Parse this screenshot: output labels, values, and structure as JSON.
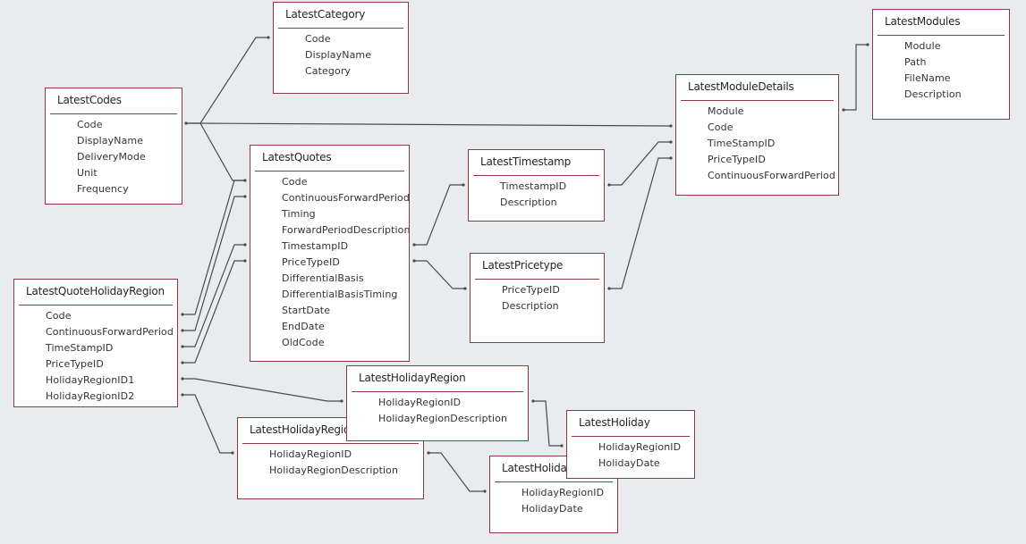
{
  "diagram": {
    "type": "relationships",
    "tables": [
      {
        "id": "latest-category",
        "name": "LatestCategory",
        "fields": [
          "Code",
          "DisplayName",
          "Category"
        ]
      },
      {
        "id": "latest-codes",
        "name": "LatestCodes",
        "fields": [
          "Code",
          "DisplayName",
          "DeliveryMode",
          "Unit",
          "Frequency"
        ]
      },
      {
        "id": "latest-quotes",
        "name": "LatestQuotes",
        "fields": [
          "Code",
          "ContinuousForwardPeriod",
          "Timing",
          "ForwardPeriodDescription",
          "TimestampID",
          "PriceTypeID",
          "DifferentialBasis",
          "DifferentialBasisTiming",
          "StartDate",
          "EndDate",
          "OldCode"
        ]
      },
      {
        "id": "latest-timestamp",
        "name": "LatestTimestamp",
        "fields": [
          "TimestampID",
          "Description"
        ]
      },
      {
        "id": "latest-pricetype",
        "name": "LatestPricetype",
        "fields": [
          "PriceTypeID",
          "Description"
        ]
      },
      {
        "id": "latest-module-details",
        "name": "LatestModuleDetails",
        "fields": [
          "Module",
          "Code",
          "TimeStampID",
          "PriceTypeID",
          "ContinuousForwardPeriod"
        ]
      },
      {
        "id": "latest-modules",
        "name": "LatestModules",
        "fields": [
          "Module",
          "Path",
          "FileName",
          "Description"
        ]
      },
      {
        "id": "latest-quote-holiday-region",
        "name": "LatestQuoteHolidayRegion",
        "fields": [
          "Code",
          "ContinuousForwardPeriod",
          "TimeStampID",
          "PriceTypeID",
          "HolidayRegionID1",
          "HolidayRegionID2"
        ]
      },
      {
        "id": "latest-holiday-region-1",
        "name": "LatestHolidayRegion",
        "fields": [
          "HolidayRegionID",
          "HolidayRegionDescription"
        ]
      },
      {
        "id": "latest-holiday-region",
        "name": "LatestHolidayRegion",
        "fields": [
          "HolidayRegionID",
          "HolidayRegionDescription"
        ]
      },
      {
        "id": "latest-holiday-1",
        "name": "LatestHoliday",
        "fields": [
          "HolidayRegionID",
          "HolidayDate"
        ]
      },
      {
        "id": "latest-holiday",
        "name": "LatestHoliday",
        "fields": [
          "HolidayRegionID",
          "HolidayDate"
        ]
      }
    ],
    "relationships": [
      {
        "from": "LatestCodes.Code",
        "to": "LatestCategory.Code"
      },
      {
        "from": "LatestCodes.Code",
        "to": "LatestModuleDetails.Code"
      },
      {
        "from": "LatestCodes.Code",
        "to": "LatestQuotes.Code"
      },
      {
        "from": "LatestQuoteHolidayRegion.Code",
        "to": "LatestQuotes.Code"
      },
      {
        "from": "LatestQuoteHolidayRegion.ContinuousForwardPeriod",
        "to": "LatestQuotes.ContinuousForwardPeriod"
      },
      {
        "from": "LatestQuoteHolidayRegion.TimeStampID",
        "to": "LatestQuotes.TimestampID"
      },
      {
        "from": "LatestQuoteHolidayRegion.PriceTypeID",
        "to": "LatestQuotes.PriceTypeID"
      },
      {
        "from": "LatestQuotes.TimestampID",
        "to": "LatestTimestamp.TimestampID"
      },
      {
        "from": "LatestQuotes.PriceTypeID",
        "to": "LatestPricetype.PriceTypeID"
      },
      {
        "from": "LatestTimestamp.TimestampID",
        "to": "LatestModuleDetails.TimeStampID"
      },
      {
        "from": "LatestPricetype.PriceTypeID",
        "to": "LatestModuleDetails.PriceTypeID"
      },
      {
        "from": "LatestModuleDetails.Module",
        "to": "LatestModules.Module"
      },
      {
        "from": "LatestQuoteHolidayRegion.HolidayRegionID1",
        "to": "LatestHolidayRegion.HolidayRegionID"
      },
      {
        "from": "LatestQuoteHolidayRegion.HolidayRegionID2",
        "to": "LatestHolidayRegion_1.HolidayRegionID"
      },
      {
        "from": "LatestHolidayRegion.HolidayRegionID",
        "to": "LatestHoliday.HolidayRegionID"
      },
      {
        "from": "LatestHolidayRegion_1.HolidayRegionID",
        "to": "LatestHoliday_1.HolidayRegionID"
      }
    ]
  }
}
